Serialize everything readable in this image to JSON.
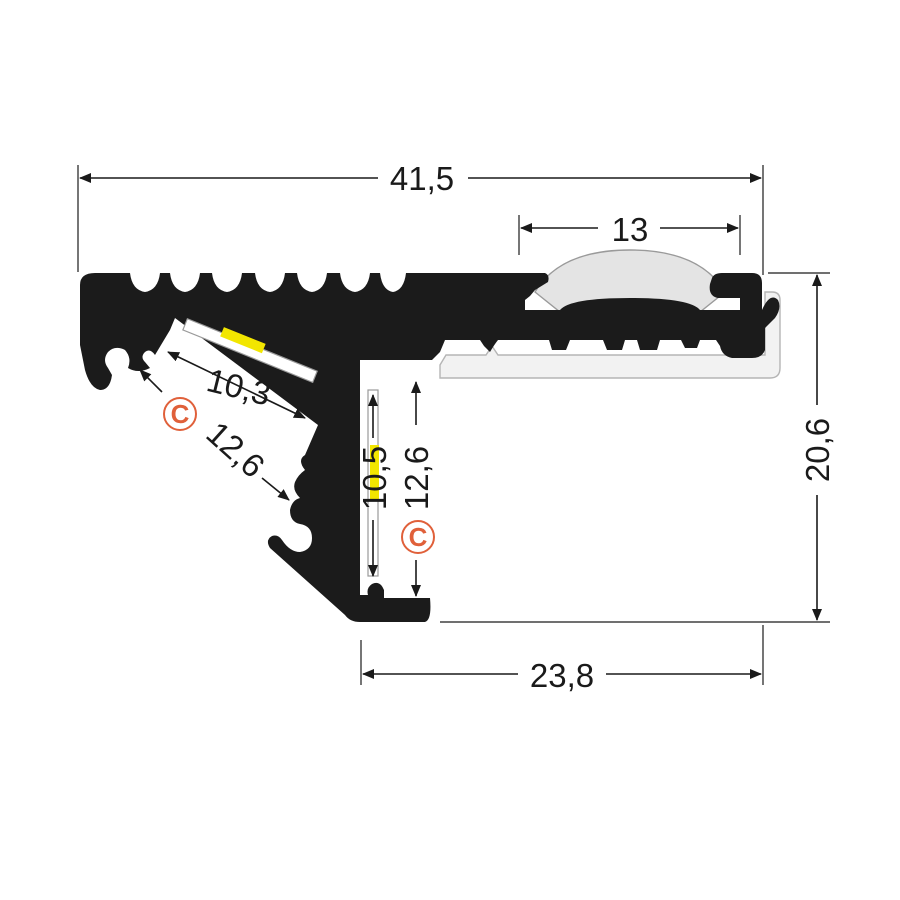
{
  "dimensions": {
    "total_width": "41,5",
    "diffuser_width": "13",
    "height": "20,6",
    "base_width": "23,8",
    "angled_strip_width": "10,3",
    "angled_channel_width": "12,6",
    "vertical_strip_width": "10,5",
    "vertical_channel_width": "12,6"
  },
  "markers": {
    "angled_c": "C",
    "vertical_c": "C"
  },
  "colors": {
    "profile": "#1b1b1b",
    "led_chip": "#f2e600",
    "c_marker": "#e0603a",
    "diffuser": "#e4e4e4"
  }
}
